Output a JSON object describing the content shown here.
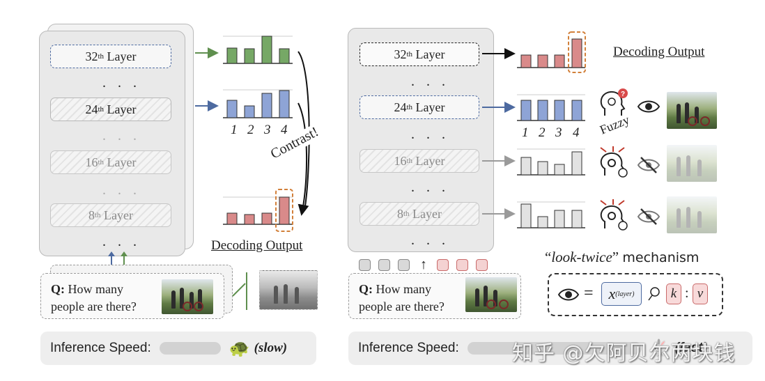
{
  "left": {
    "layers": [
      {
        "num": "32",
        "sup": "th",
        "word": "Layer"
      },
      {
        "num": "24",
        "sup": "th",
        "word": "Layer"
      },
      {
        "num": "16",
        "sup": "th",
        "word": "Layer"
      },
      {
        "num": "8",
        "sup": "th",
        "word": "Layer"
      }
    ],
    "dots": ". . .",
    "bar_numbers": [
      "1",
      "2",
      "3",
      "4"
    ],
    "contrast": "Contrast!",
    "decoding_output": "Decoding Output",
    "question_prefix": "Q:",
    "question_line1": "How many",
    "question_line2": "people are there?",
    "speed_label": "Inference Speed:",
    "speed_word": "(slow)"
  },
  "right": {
    "layers": [
      {
        "num": "32",
        "sup": "th",
        "word": "Layer"
      },
      {
        "num": "24",
        "sup": "th",
        "word": "Layer"
      },
      {
        "num": "16",
        "sup": "th",
        "word": "Layer"
      },
      {
        "num": "8",
        "sup": "th",
        "word": "Layer"
      }
    ],
    "dots": ". . .",
    "bar_numbers": [
      "1",
      "2",
      "3",
      "4"
    ],
    "decoding_output": "Decoding Output",
    "fuzzy": "Fuzzy",
    "mechanism_open": "“",
    "mechanism_italic": "look-twice",
    "mechanism_close": "”",
    "mechanism_word": "mechanism",
    "formula_x": "x",
    "formula_sup": "(layer)",
    "formula_k": "k",
    "formula_colon": ":",
    "formula_v": "v",
    "formula_equals": "=",
    "question_prefix": "Q:",
    "question_line1": "How many",
    "question_line2": "people are there?",
    "speed_label": "Inference Speed:",
    "speed_word": "(fast)"
  },
  "watermark": "知乎 @欠阿贝尔两块钱",
  "colors": {
    "green": "#5f8f4e",
    "blue": "#7f95cb",
    "red": "#c97070",
    "orange": "#d2803a",
    "gray": "#d9d9d9"
  },
  "icons": [
    "turtle-icon",
    "rabbit-icon",
    "eye-icon",
    "brain-question-icon",
    "brain-gear-icon",
    "eye-crossed-icon",
    "magnify-loop-icon"
  ]
}
